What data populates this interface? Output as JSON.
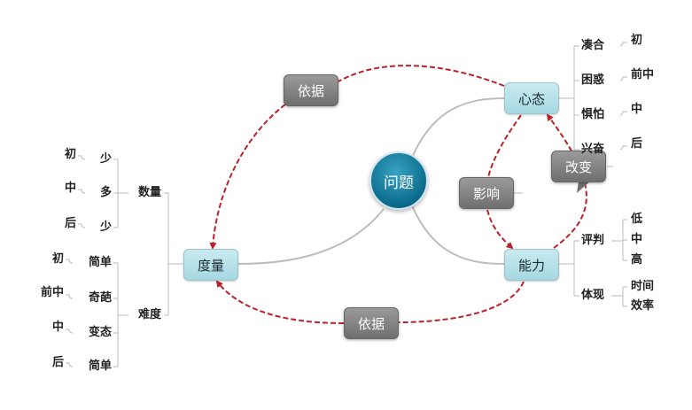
{
  "center": "问题",
  "main_nodes": {
    "xintai": "心态",
    "nengli": "能力",
    "duliang": "度量"
  },
  "relations": {
    "top": "依据",
    "bottom": "依据",
    "influence": "影响",
    "change": "改变"
  },
  "xintai_children": [
    {
      "label": "凑合",
      "stage": "初"
    },
    {
      "label": "困惑",
      "stage": "前中"
    },
    {
      "label": "惧怕",
      "stage": "中"
    },
    {
      "label": "兴奋",
      "stage": "后"
    }
  ],
  "nengli_children": [
    {
      "label": "评判",
      "items": [
        "低",
        "中",
        "高"
      ]
    },
    {
      "label": "体现",
      "items": [
        "时间",
        "效率"
      ]
    }
  ],
  "duliang_children": [
    {
      "label": "数量",
      "items": [
        {
          "value": "少",
          "stage": "初"
        },
        {
          "value": "多",
          "stage": "中"
        },
        {
          "value": "少",
          "stage": "后"
        }
      ]
    },
    {
      "label": "难度",
      "items": [
        {
          "value": "简单",
          "stage": "初"
        },
        {
          "value": "奇葩",
          "stage": "前中"
        },
        {
          "value": "变态",
          "stage": "中"
        },
        {
          "value": "简单",
          "stage": "后"
        }
      ]
    }
  ],
  "colors": {
    "arrow": "#b8232b",
    "branch": "#b5b5b5",
    "center": "#0b6a8c"
  }
}
